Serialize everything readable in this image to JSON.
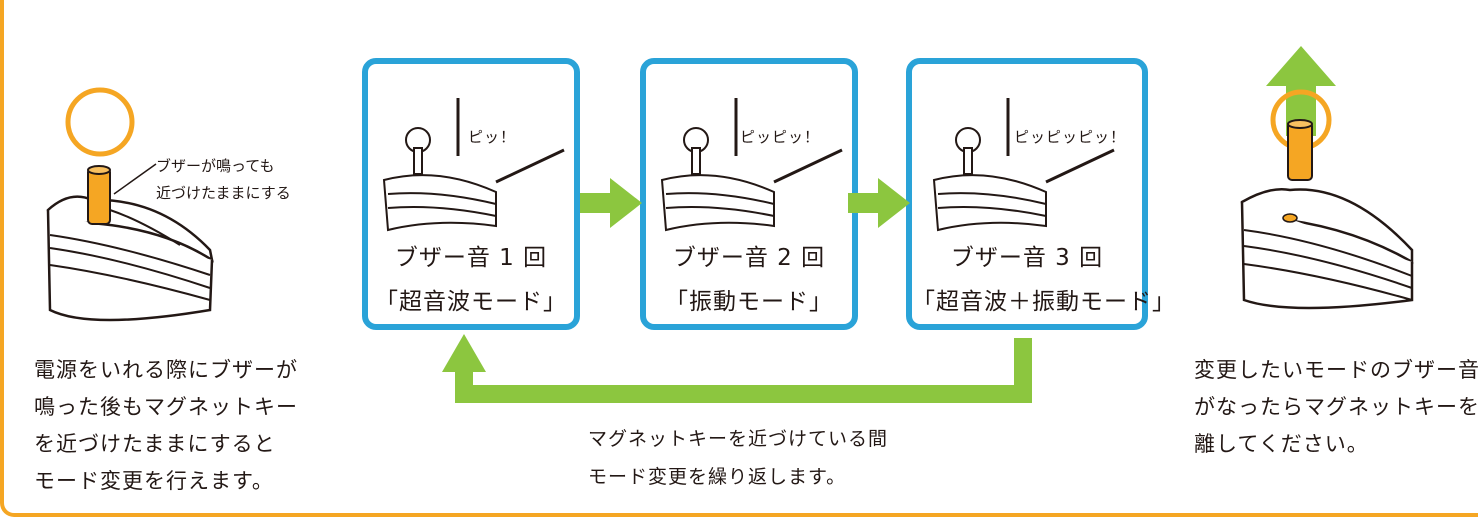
{
  "colors": {
    "frame_accent": "#f5a623",
    "box_border": "#2aa3d8",
    "arrow_green": "#8cc63f",
    "magnet_orange": "#f5a623"
  },
  "left_panel": {
    "callout_lines": [
      "ブザーが鳴っても",
      "近づけたままにする"
    ],
    "caption_lines": [
      "電源をいれる際にブザーが",
      "鳴った後もマグネットキー",
      "を近づけたままにすると",
      "モード変更を行えます。"
    ]
  },
  "steps": [
    {
      "beep": "ピッ！",
      "title": "ブザー音 1 回",
      "mode": "「超音波モード」"
    },
    {
      "beep": "ピッピッ！",
      "title": "ブザー音 2 回",
      "mode": "「振動モード」"
    },
    {
      "beep": "ピッピッピッ！",
      "title": "ブザー音 3 回",
      "mode": "「超音波＋振動モード」"
    }
  ],
  "loop_note_lines": [
    "マグネットキーを近づけている間",
    "モード変更を繰り返します。"
  ],
  "right_panel": {
    "caption_lines": [
      "変更したいモードのブザー音",
      "がなったらマグネットキーを",
      "離してください。"
    ]
  },
  "icons": [
    "device-with-magnet-key-icon",
    "speaker-device-icon",
    "arrow-right-icon",
    "loop-arrow-icon",
    "arrow-up-icon"
  ]
}
